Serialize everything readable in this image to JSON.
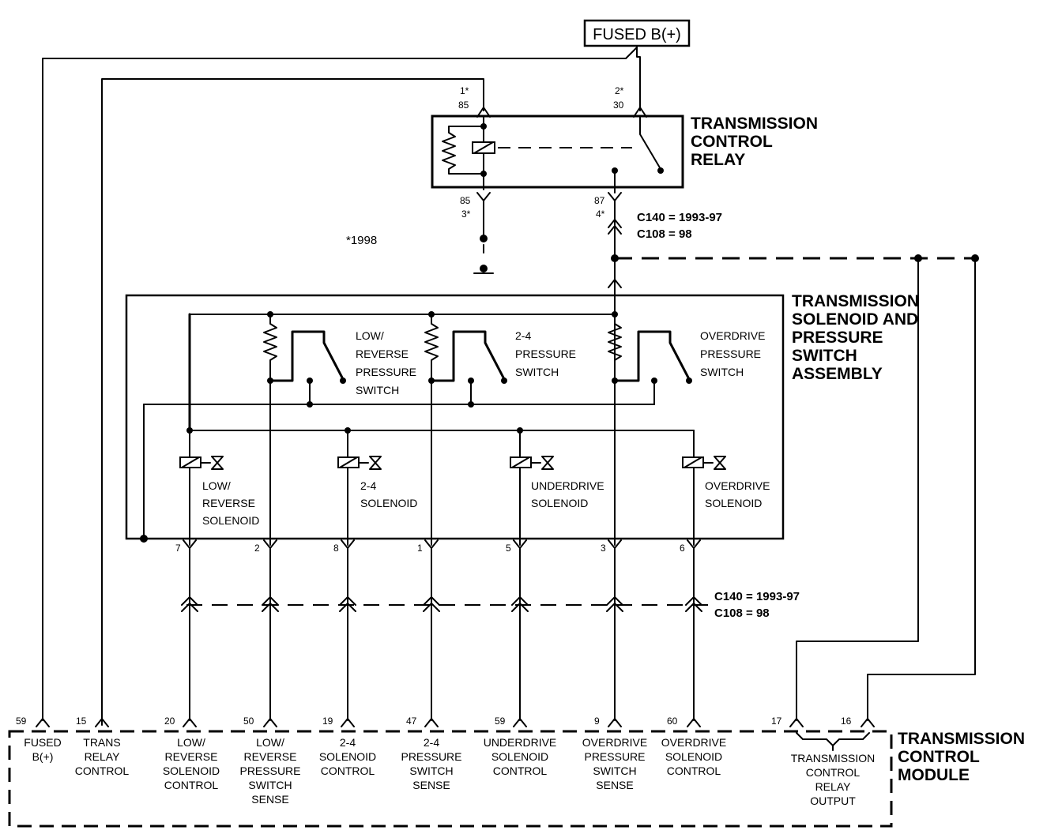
{
  "fuse": {
    "label": "FUSED B(+)"
  },
  "relay": {
    "title": [
      "TRANSMISSION",
      "CONTROL",
      "RELAY"
    ],
    "pins": [
      {
        "top": "1*",
        "bottom": "85"
      },
      {
        "top": "2*",
        "bottom": "30"
      },
      {
        "top": "85",
        "bottom": "3*"
      },
      {
        "top": "87",
        "bottom": "4*"
      }
    ]
  },
  "footnote": "*1998",
  "connector_top": [
    "C140 = 1993-97",
    "C108 = 98"
  ],
  "connector_bottom": [
    "C140 = 1993-97",
    "C108 = 98"
  ],
  "assembly": {
    "title": [
      "TRANSMISSION",
      "SOLENOID AND",
      "PRESSURE",
      "SWITCH",
      "ASSEMBLY"
    ],
    "switches": [
      {
        "lines": [
          "LOW/",
          "REVERSE",
          "PRESSURE",
          "SWITCH"
        ]
      },
      {
        "lines": [
          "2-4",
          "PRESSURE",
          "SWITCH"
        ]
      },
      {
        "lines": [
          "OVERDRIVE",
          "PRESSURE",
          "SWITCH"
        ]
      }
    ],
    "solenoids": [
      {
        "lines": [
          "LOW/",
          "REVERSE",
          "SOLENOID"
        ]
      },
      {
        "lines": [
          "2-4",
          "SOLENOID"
        ]
      },
      {
        "lines": [
          "UNDERDRIVE",
          "SOLENOID"
        ]
      },
      {
        "lines": [
          "OVERDRIVE",
          "SOLENOID"
        ]
      }
    ],
    "pins": [
      "7",
      "2",
      "8",
      "1",
      "5",
      "3",
      "6"
    ]
  },
  "tcm": {
    "title": [
      "TRANSMISSION",
      "CONTROL",
      "MODULE"
    ],
    "pins": [
      {
        "num": "59",
        "lines": [
          "FUSED",
          "B(+)"
        ]
      },
      {
        "num": "15",
        "lines": [
          "TRANS",
          "RELAY",
          "CONTROL"
        ]
      },
      {
        "num": "20",
        "lines": [
          "LOW/",
          "REVERSE",
          "SOLENOID",
          "CONTROL"
        ]
      },
      {
        "num": "50",
        "lines": [
          "LOW/",
          "REVERSE",
          "PRESSURE",
          "SWITCH",
          "SENSE"
        ]
      },
      {
        "num": "19",
        "lines": [
          "2-4",
          "SOLENOID",
          "CONTROL"
        ]
      },
      {
        "num": "47",
        "lines": [
          "2-4",
          "PRESSURE",
          "SWITCH",
          "SENSE"
        ]
      },
      {
        "num": "59",
        "lines": [
          "UNDERDRIVE",
          "SOLENOID",
          "CONTROL"
        ]
      },
      {
        "num": "9",
        "lines": [
          "OVERDRIVE",
          "PRESSURE",
          "SWITCH",
          "SENSE"
        ]
      },
      {
        "num": "60",
        "lines": [
          "OVERDRIVE",
          "SOLENOID",
          "CONTROL"
        ]
      },
      {
        "num": "17",
        "lines": []
      },
      {
        "num": "16",
        "lines": []
      }
    ],
    "relay_output_label": [
      "TRANSMISSION",
      "CONTROL",
      "RELAY",
      "OUTPUT"
    ]
  }
}
